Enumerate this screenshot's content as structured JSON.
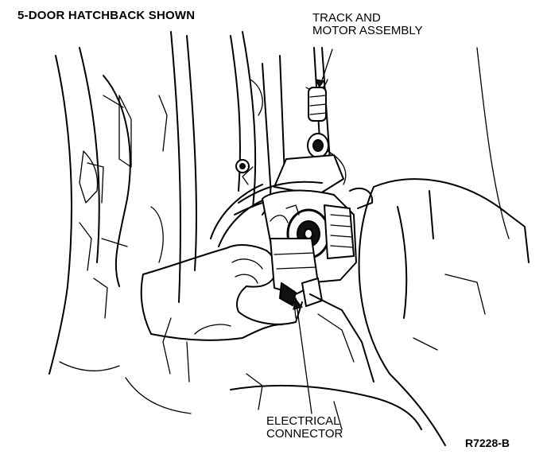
{
  "diagram": {
    "heading": "5-DOOR HATCHBACK SHOWN",
    "callouts": [
      {
        "line1": "TRACK AND",
        "line2": "MOTOR ASSEMBLY"
      },
      {
        "line1": "ELECTRICAL",
        "line2": "CONNECTOR"
      }
    ],
    "figure_code": "R7228-B"
  },
  "colors": {
    "ink": "#000000",
    "paper": "#ffffff"
  }
}
